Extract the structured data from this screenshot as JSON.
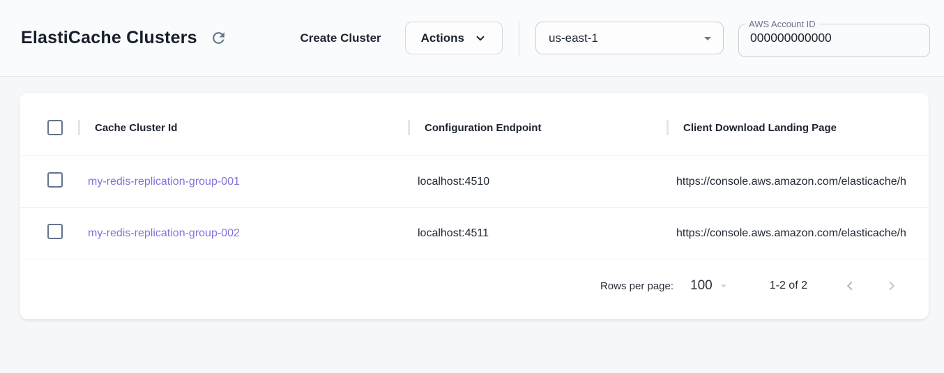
{
  "header": {
    "title": "ElastiCache Clusters",
    "create_button": "Create Cluster",
    "actions_button": "Actions",
    "region_selected": "us-east-1",
    "account_label": "AWS Account ID",
    "account_value": "000000000000"
  },
  "table": {
    "columns": [
      "Cache Cluster Id",
      "Configuration Endpoint",
      "Client Download Landing Page"
    ],
    "rows": [
      {
        "id": "my-redis-replication-group-001",
        "endpoint": "localhost:4510",
        "landing_page": "https://console.aws.amazon.com/elasticache/h"
      },
      {
        "id": "my-redis-replication-group-002",
        "endpoint": "localhost:4511",
        "landing_page": "https://console.aws.amazon.com/elasticache/h"
      }
    ]
  },
  "pagination": {
    "rows_per_page_label": "Rows per page:",
    "rows_per_page_value": "100",
    "range": "1-2 of 2"
  },
  "colors": {
    "link": "#8172dc",
    "text_primary": "#1b2430",
    "page_background": "#f6f7fa",
    "checkbox_border": "#64748b"
  }
}
